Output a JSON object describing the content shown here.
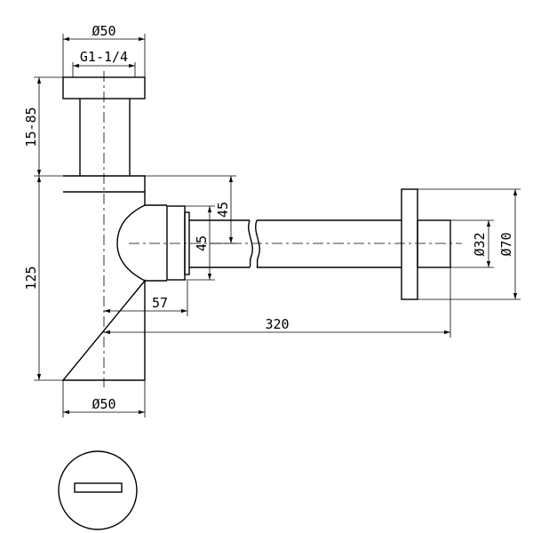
{
  "dimensions": {
    "top_diameter": "Ø50",
    "thread": "G1-1/4",
    "height_range": "15-85",
    "body_height": "125",
    "branch_height": "45",
    "nut_diameter": "45",
    "offset": "57",
    "length": "320",
    "pipe_diameter": "Ø32",
    "flange_diameter": "Ø70",
    "bottom_diameter": "Ø50"
  }
}
